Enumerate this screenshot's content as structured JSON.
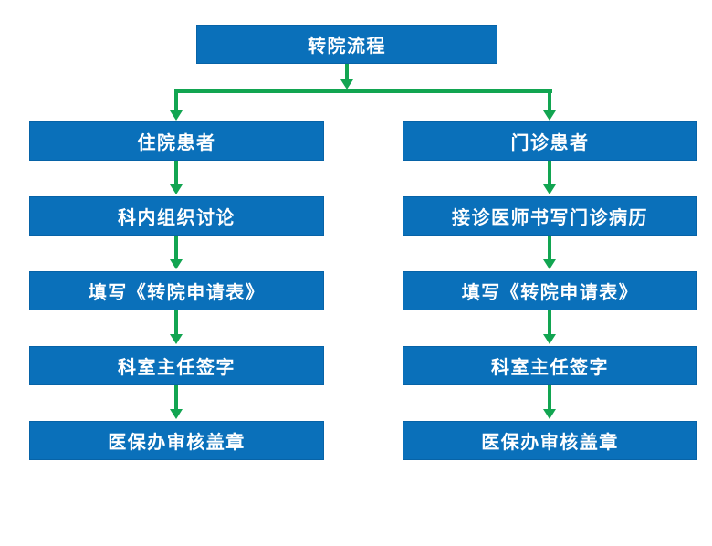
{
  "title_box": {
    "label": "转院流程"
  },
  "columns": [
    {
      "side": "left",
      "steps": [
        "住院患者",
        "科内组织讨论",
        "填写《转院申请表》",
        "科室主任签字",
        "医保办审核盖章"
      ]
    },
    {
      "side": "right",
      "steps": [
        "门诊患者",
        "接诊医师书写门诊病历",
        "填写《转院申请表》",
        "科室主任签字",
        "医保办审核盖章"
      ]
    }
  ],
  "colors": {
    "box_fill": "#0a70ba",
    "box_text": "#ffffff",
    "arrow": "#12a551",
    "background": "#ffffff"
  }
}
